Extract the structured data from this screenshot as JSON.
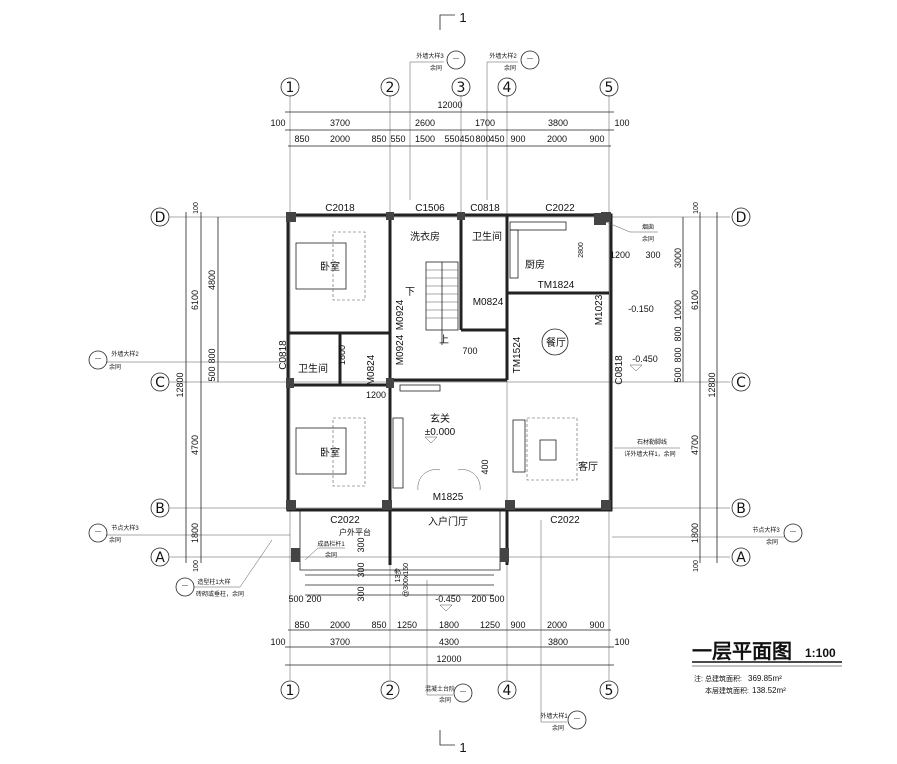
{
  "title": {
    "name": "一层平面图",
    "scale": "1:100"
  },
  "notes": {
    "prefix": "注:",
    "total_area_label": "总建筑面积:",
    "total_area": "369.85m²",
    "floor_area_label": "本层建筑面积:",
    "floor_area": "138.52m²"
  },
  "section_mark": "1",
  "axes": {
    "vertical": [
      "1",
      "2",
      "3",
      "4",
      "5"
    ],
    "horizontal": [
      "A",
      "B",
      "C",
      "D"
    ]
  },
  "dims_top": {
    "total": "12000",
    "row2": [
      "100",
      "3700",
      "2600",
      "1700",
      "3800",
      "100"
    ],
    "row3": [
      "850",
      "2000",
      "850",
      "550",
      "1500",
      "550",
      "450",
      "800",
      "450",
      "900",
      "2000",
      "900"
    ]
  },
  "dims_bottom": {
    "total": "12000",
    "row2": [
      "100",
      "3700",
      "4300",
      "3800",
      "100"
    ],
    "row1": [
      "850",
      "2000",
      "850",
      "1250",
      "1800",
      "1250",
      "900",
      "2000",
      "900"
    ],
    "porch": [
      "500",
      "200",
      "200",
      "500"
    ]
  },
  "dims_left": {
    "total": "12800",
    "row2": [
      "6100",
      "4700",
      "1800"
    ],
    "row3": [
      "4800",
      "800",
      "500"
    ],
    "edge": [
      "100",
      "100"
    ]
  },
  "dims_right": {
    "total": "12800",
    "row2": [
      "6100",
      "4700",
      "1800"
    ],
    "row3": [
      "3000",
      "1000",
      "800",
      "800",
      "500"
    ],
    "edge": [
      "100",
      "100"
    ]
  },
  "rooms": {
    "bedroom_top": "卧室",
    "laundry": "洗衣房",
    "wc_top": "卫生间",
    "kitchen": "厨房",
    "dining": "餐厅",
    "wc_left": "卫生间",
    "foyer": "玄关",
    "foyer_level": "±0.000",
    "bedroom_bottom": "卧室",
    "living": "客厅",
    "entry_hall": "入户门厅",
    "terrace": "户外平台",
    "stair_down": "下",
    "stair_up": "上"
  },
  "openings": {
    "c2018": "C2018",
    "c1506": "C1506",
    "c0818_top": "C0818",
    "c2022_top": "C2022",
    "c0818_left": "C0818",
    "c0818_right": "C0818",
    "c2022_bl": "C2022",
    "c2022_br": "C2022",
    "m0924_a": "M0924",
    "m0924_b": "M0924",
    "m0824_left": "M0824",
    "m0824_wc": "M0824",
    "tm1824": "TM1824",
    "tm1524": "TM1524",
    "m1023": "M1023",
    "m1825": "M1825"
  },
  "levels": {
    "side_step": "-0.150",
    "side_ground": "-0.450",
    "front_ground": "-0.450"
  },
  "inner_dims": {
    "d700": "700",
    "d1200": "1200",
    "d1800": "1800",
    "d1200r": "1200",
    "d300r": "300",
    "d400": "400",
    "d300a": "300",
    "d300b": "300",
    "d300c": "300",
    "steps": "13步",
    "step_size": "@300x150",
    "d2800": "2800"
  },
  "callouts": {
    "wall_detail_3": {
      "text": "外墙大样3",
      "sub": "余同",
      "sym": "—"
    },
    "wall_detail_2_top": {
      "text": "外墙大样2",
      "sub": "余同",
      "sym": "—"
    },
    "wall_detail_2_left": {
      "text": "外墙大样2",
      "sub": "余同",
      "sym": "—"
    },
    "node_detail_3_left": {
      "text": "节点大样3",
      "sub": "余同",
      "sym": "—"
    },
    "node_detail_3_right": {
      "text": "节点大样3",
      "sub": "余同",
      "sym": "—"
    },
    "column_detail": {
      "text": "造型柱1大样",
      "sub": "砖砌或垂柱，余同",
      "sym": "—"
    },
    "concrete_step": {
      "text": "混凝土台阶",
      "sub": "余同",
      "sym": "—"
    },
    "wall_detail_1": {
      "text": "外墙大样1",
      "sub": "余同",
      "sym": "—"
    },
    "chimney": {
      "text": "烟囱",
      "sub": "余同"
    },
    "plinth": {
      "text": "石材勒脚线",
      "sub": "详外墙大样1，余同"
    },
    "railing": {
      "text": "成品栏杆1",
      "sub": "余同"
    }
  }
}
